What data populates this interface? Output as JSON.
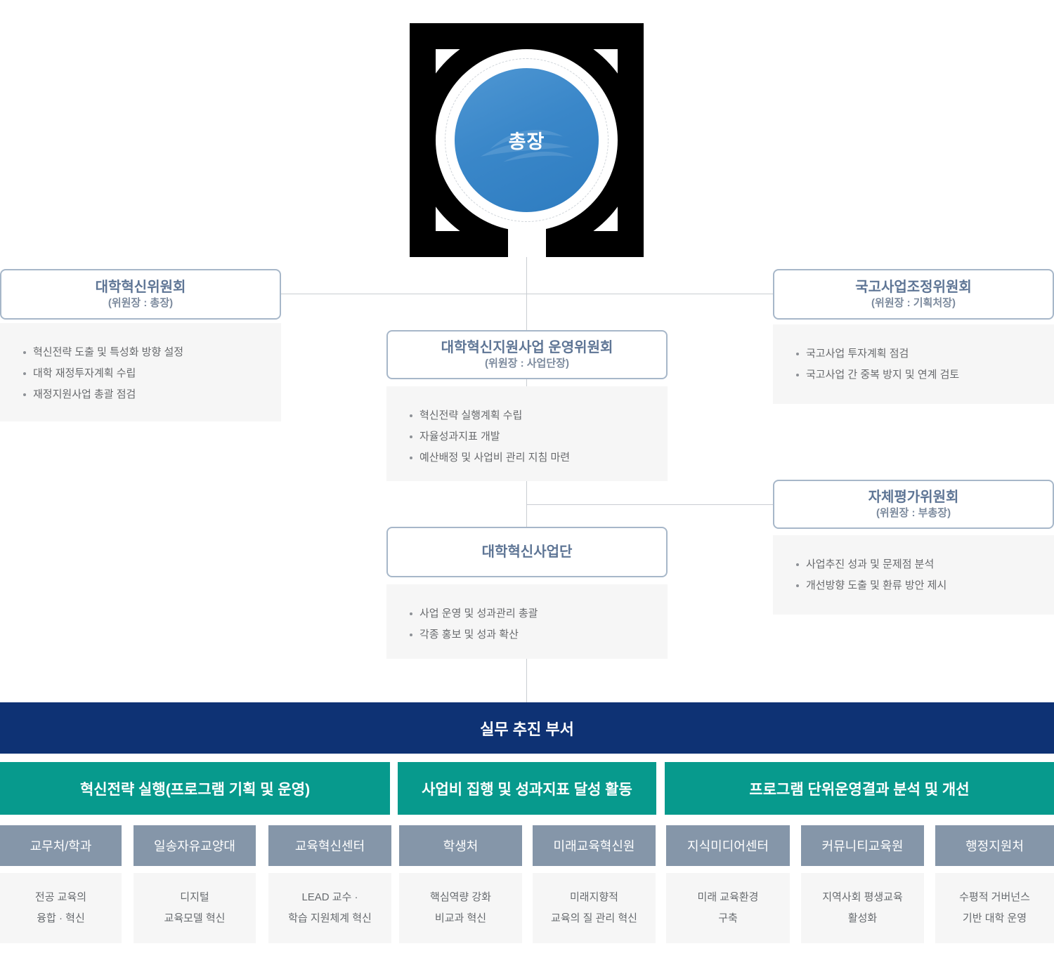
{
  "president": {
    "label": "총장"
  },
  "committees": [
    {
      "title": "대학혁신위원회",
      "chair": "(위원장 : 총장)",
      "bullets": [
        "혁신전략 도출 및 특성화 방향 설정",
        "대학 재정투자계획 수립",
        "재정지원사업 총괄 점검"
      ]
    },
    {
      "title": "국고사업조정위원회",
      "chair": "(위원장 : 기획처장)",
      "bullets": [
        "국고사업 투자계획 점검",
        "국고사업 간 중복 방지 및 연계 검토"
      ]
    },
    {
      "title": "대학혁신지원사업 운영위원회",
      "chair": "(위원장 : 사업단장)",
      "bullets": [
        "혁신전략 실행계획 수립",
        "자율성과지표 개발",
        "예산배정 및 사업비 관리 지침 마련"
      ]
    },
    {
      "title": "자체평가위원회",
      "chair": "(위원장 : 부총장)",
      "bullets": [
        "사업추진 성과 및 문제점 분석",
        "개선방향 도출 및 환류 방안 제시"
      ]
    },
    {
      "title": "대학혁신사업단",
      "chair": "",
      "bullets": [
        "사업 운영 및 성과관리 총괄",
        "각종 홍보 및 성과 확산"
      ]
    }
  ],
  "band": {
    "label": "실무 추진 부서"
  },
  "groups": [
    {
      "header": "혁신전략 실행(프로그램 기획 및 운영)",
      "departments": [
        {
          "name": "교무처/학과",
          "role": [
            "전공 교육의",
            "융합 · 혁신"
          ]
        },
        {
          "name": "일송자유교양대",
          "role": [
            "디지털",
            "교육모델 혁신"
          ]
        },
        {
          "name": "교육혁신센터",
          "role": [
            "LEAD 교수 ·",
            "학습 지원체계 혁신"
          ]
        }
      ]
    },
    {
      "header": "사업비 집행 및 성과지표 달성 활동",
      "departments": [
        {
          "name": "학생처",
          "role": [
            "핵심역량 강화",
            "비교과 혁신"
          ]
        },
        {
          "name": "미래교육혁신원",
          "role": [
            "미래지향적",
            "교육의 질 관리 혁신"
          ]
        }
      ]
    },
    {
      "header": "프로그램 단위운영결과 분석 및 개선",
      "departments": [
        {
          "name": "지식미디어센터",
          "role": [
            "미래 교육환경",
            "구축"
          ]
        },
        {
          "name": "커뮤니티교육원",
          "role": [
            "지역사회 평생교육",
            "활성화"
          ]
        },
        {
          "name": "행정지원처",
          "role": [
            "수평적 거버넌스",
            "기반 대학 운영"
          ]
        }
      ]
    }
  ],
  "colors": {
    "navy": "#0e3274",
    "teal": "#079a8d",
    "department_gray": "#8596a9",
    "panel_gray": "#f6f6f6",
    "circle_blue": "#3584c6",
    "box_border": "#a7b7c9",
    "connector": "#c9cdd2"
  }
}
